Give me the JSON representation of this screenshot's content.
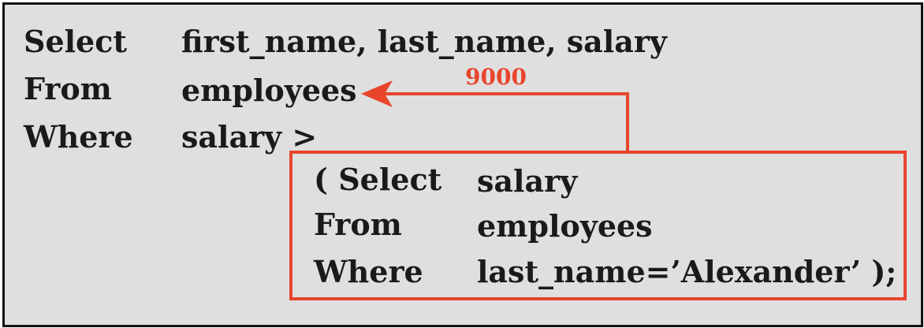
{
  "outer_query": {
    "rows": [
      {
        "keyword": "Select",
        "expression": "first_name, last_name, salary"
      },
      {
        "keyword": "From",
        "expression": "employees"
      },
      {
        "keyword": "Where",
        "expression": "salary >"
      }
    ]
  },
  "subquery": {
    "rows": [
      {
        "keyword": "( Select",
        "expression": "salary"
      },
      {
        "keyword": "From",
        "expression": "employees"
      },
      {
        "keyword": "Where",
        "expression": "last_name=’Alexander’ );"
      }
    ]
  },
  "annotation": {
    "value": "9000"
  },
  "colors": {
    "accent": "#e8452c",
    "background": "#dfdfdf",
    "text": "#1a1a1a",
    "border": "#111111"
  }
}
